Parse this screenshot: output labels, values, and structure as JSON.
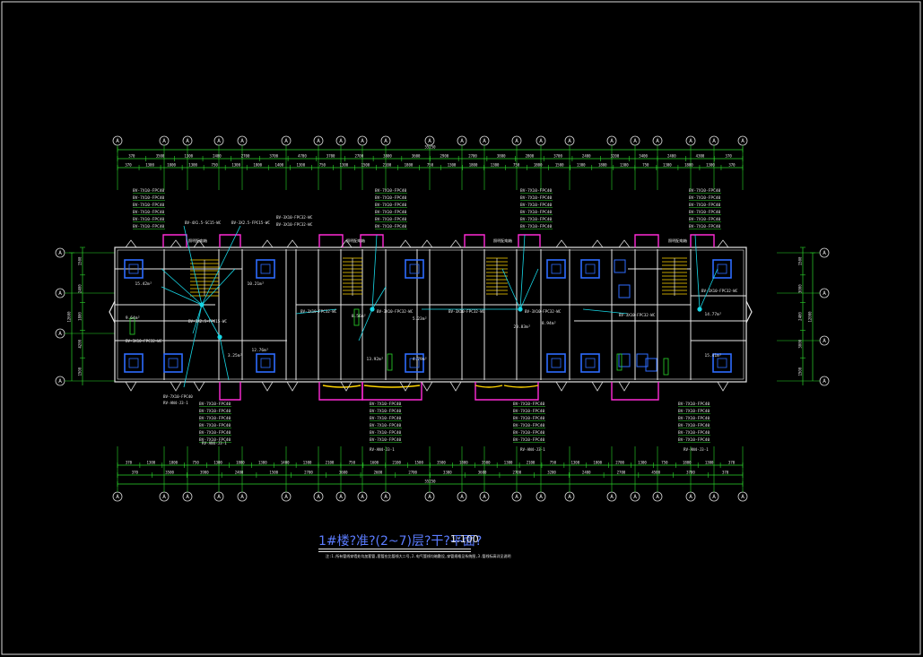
{
  "drawing": {
    "title": "1#楼?准?(2~7)层?干?平面?",
    "scale": "1:100",
    "note": "注:1.所有管线穿墙处均加套管,套管应比管线大二号,2.电气管线均暗敷设,穿管规格见系统图,3.管线标高详见说明"
  },
  "axis_bubble_label": "A",
  "dimensions": {
    "top_total": "55250",
    "bottom_total": "55250",
    "left_total": "12600",
    "right_total": "12000",
    "top_row1": [
      "370",
      "3500",
      "1300",
      "2400",
      "2700",
      "3700",
      "4700",
      "3700",
      "2700",
      "3800",
      "3600",
      "2900",
      "2700",
      "3800",
      "2800",
      "3700",
      "2400",
      "3200",
      "3400",
      "2400",
      "4300",
      "370"
    ],
    "top_row2": [
      "370",
      "1300",
      "1800",
      "1300",
      "750",
      "1300",
      "1800",
      "1400",
      "1300",
      "750",
      "1300",
      "1500",
      "2100",
      "1800",
      "750",
      "1300",
      "1800",
      "1300",
      "750",
      "1800",
      "1500",
      "1300",
      "1800",
      "1300",
      "750",
      "1300",
      "1800",
      "1300",
      "370"
    ],
    "bottom_row1": [
      "370",
      "1300",
      "1800",
      "750",
      "1300",
      "1800",
      "1300",
      "1400",
      "1300",
      "2100",
      "750",
      "1600",
      "2100",
      "1500",
      "3500",
      "1800",
      "3500",
      "1300",
      "2100",
      "750",
      "1300",
      "1800",
      "2700",
      "1300",
      "750",
      "1800",
      "1300",
      "370"
    ],
    "bottom_row2": [
      "370",
      "3500",
      "3900",
      "2400",
      "1500",
      "2700",
      "3600",
      "2600",
      "2700",
      "3300",
      "3600",
      "2700",
      "3200",
      "2400",
      "2700",
      "4500",
      "3700",
      "370"
    ],
    "left": [
      "1500",
      "2400",
      "1800",
      "4200",
      "1500"
    ],
    "right": [
      "1500",
      "3000",
      "2400",
      "3000",
      "1500"
    ]
  },
  "circuit_labels": {
    "tag_a": "BV-7X10-FPC40",
    "tag_b": "BV-4X1.5-SC15-WC",
    "tag_c": "BV-3X10-FPC32-WC",
    "tag_d": "BV-3X2.5-FPC15-WC",
    "tag_e": "BV-3X10-FPC32-WC",
    "tag_f": "RV-AN4-J3-1",
    "panel": "照明配电箱"
  },
  "rooms": [
    "15.42m²",
    "10.21m²",
    "8.56m²",
    "13.92m²",
    "5.23m²",
    "4.79m²",
    "3.25m²",
    "12.76m²",
    "9.64m²",
    "20.83m²",
    "8.94m²",
    "14.77m²",
    "15.41m²"
  ]
}
